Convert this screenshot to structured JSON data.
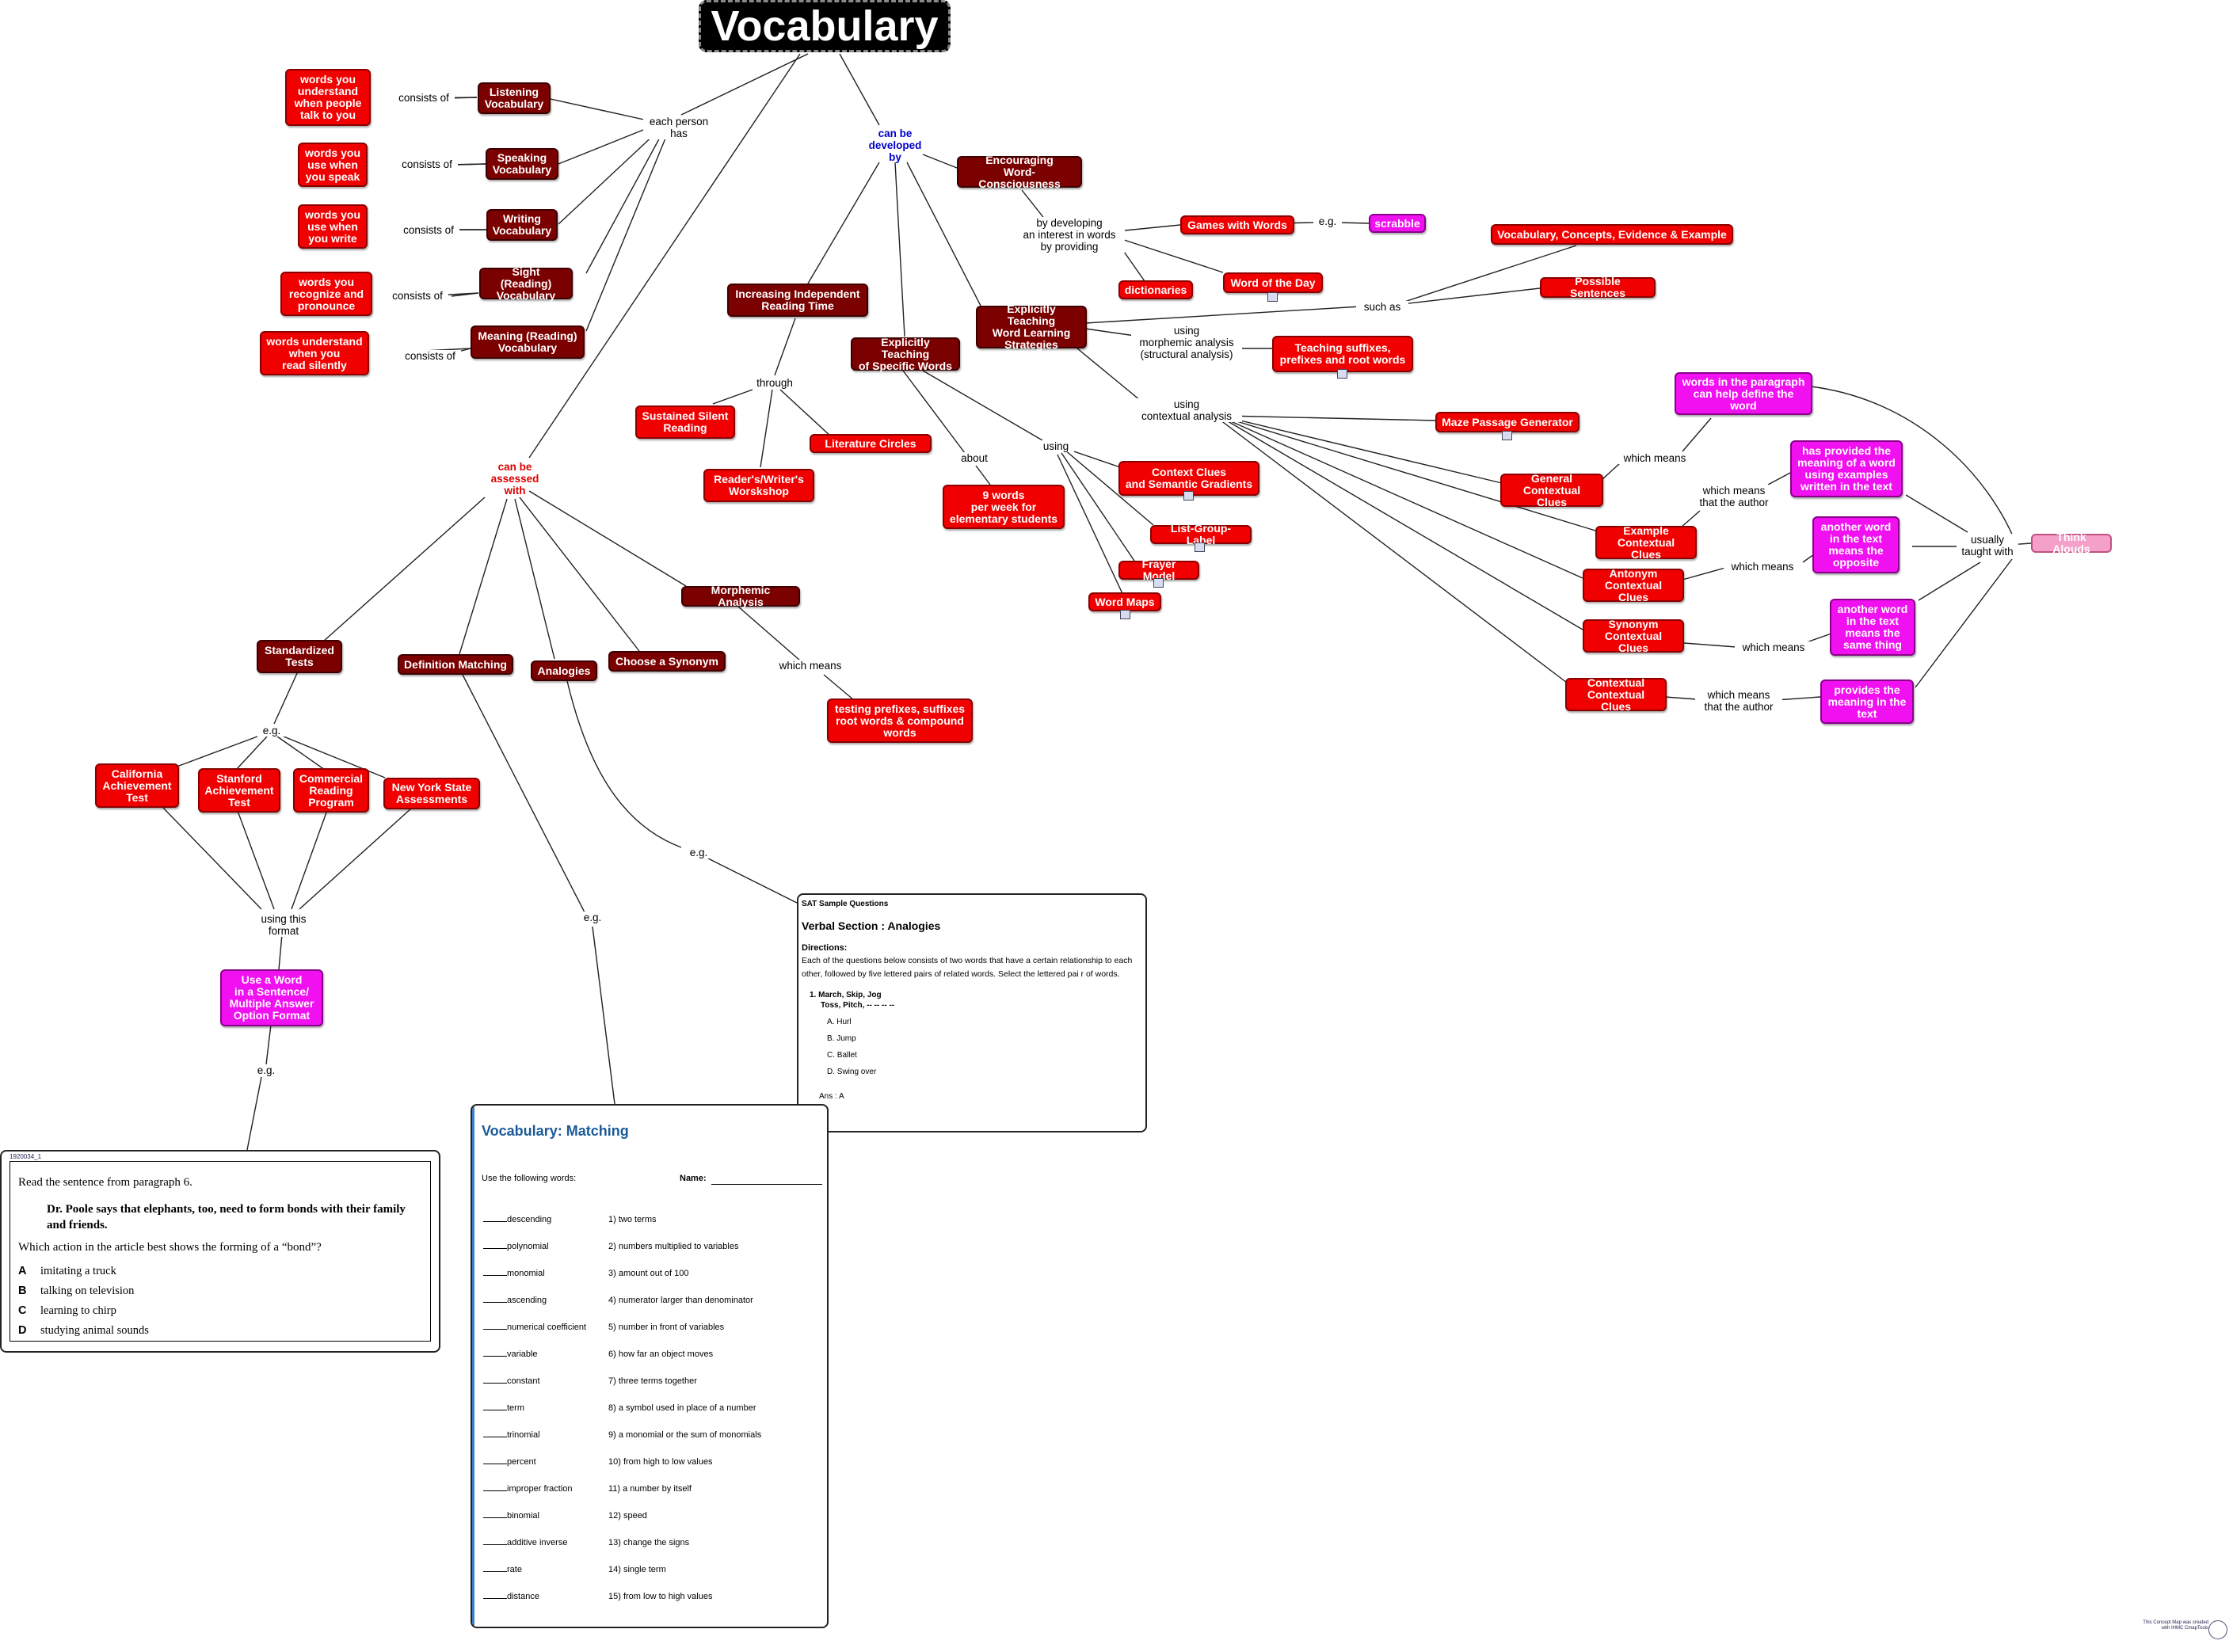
{
  "title": "Vocabulary",
  "nodes": {
    "listening": "Listening\nVocabulary",
    "speaking": "Speaking\nVocabulary",
    "writing": "Writing\nVocabulary",
    "sight": "Sight (Reading)\nVocabulary",
    "meaning": "Meaning (Reading)\nVocabulary",
    "understand_talk": "words you\nunderstand\nwhen people\ntalk to you",
    "use_speak": "words you\nuse when\nyou speak",
    "use_write": "words you\nuse when\nyou write",
    "recognize": "words you\nrecognize and\npronounce",
    "understand_silent": "words understand\nwhen you\nread silently",
    "encouraging": "Encouraging\nWord-Consciousness",
    "games": "Games with Words",
    "scrabble": "scrabble",
    "dictionaries": "dictionaries",
    "word_of_day": "Word of the Day",
    "vcee": "Vocabulary, Concepts, Evidence & Example",
    "possible_sentences": "Possible Sentences",
    "explicit_strategies": "Explicitly Teaching\nWord Learning\nStrategies",
    "teaching_suffixes": "Teaching suffixes,\nprefixes and root words",
    "increasing_reading": "Increasing Independent\nReading Time",
    "explicit_specific": "Explicitly Teaching\nof Specific Words",
    "sustained": "Sustained Silent\nReading",
    "literature": "Literature Circles",
    "workshop": "Reader's/Writer's\nWorskshop",
    "nine_words": "9 words\nper week for\nelementary students",
    "context_clues": "Context Clues\nand Semantic Gradients",
    "list_group": "List-Group-Label",
    "frayer": "Frayer Model",
    "word_maps": "Word Maps",
    "maze": "Maze Passage Generator",
    "words_paragraph": "words in the paragraph\ncan help define the\nword",
    "general_cc": "General\nContextual Clues",
    "example_cc": "Example\nContextual Clues",
    "antonym_cc": "Antonym\nContextual Clues",
    "synonym_cc": "Synonym\nContextual Clues",
    "contextual_cc": "Contextual\nContextual Clues",
    "has_provided": "has provided the\nmeaning of a word\nusing examples\nwritten in the text",
    "another_opposite": "another word\nin the text\nmeans the\nopposite",
    "another_same": "another word\nin the text\nmeans the\nsame thing",
    "provides_meaning": "provides the\nmeaning in the\ntext",
    "think_alouds": "Think Alouds",
    "standardized": "Standardized\nTests",
    "definition_matching": "Definition Matching",
    "analogies": "Analogies",
    "choose_synonym": "Choose a Synonym",
    "morphemic": "Morphemic Analysis",
    "testing_prefixes": "testing prefixes, suffixes\nroot words & compound\nwords",
    "california": "California\nAchievement\nTest",
    "stanford": "Stanford\nAchievement\nTest",
    "commercial": "Commercial\nReading\nProgram",
    "nys": "New York State\nAssessments",
    "use_word": "Use a Word\nin a Sentence/\nMultiple Answer\nOption Format"
  },
  "labels": {
    "each_person_has": "each person\nhas",
    "consists_1": "consists of",
    "consists_2": "consists of",
    "consists_3": "consists of",
    "consists_4": "consists of",
    "consists_5": "consists of",
    "can_be_developed": "can be\ndeveloped\nby",
    "by_developing": "by developing\nan interest in words\nby providing",
    "eg_scrabble": "e.g.",
    "such_as": "such as",
    "using_morphemic": "using\nmorphemic analysis\n(structural analysis)",
    "using_contextual": "using\ncontextual analysis",
    "through": "through",
    "about": "about",
    "using": "using",
    "which_means_1": "which means",
    "which_means_author_1": "which means\nthat the author",
    "which_means_2": "which means",
    "which_means_3": "which means",
    "which_means_author_2": "which means\nthat the author",
    "usually_taught": "usually\ntaught with",
    "can_be_assessed": "can be\nassessed\nwith",
    "which_means_morph": "which means",
    "eg_tests": "e.g.",
    "using_format": "using this\nformat",
    "eg_format": "e.g.",
    "eg_matching": "e.g.",
    "eg_analogies": "e.g."
  },
  "sat": {
    "header": "SAT Sample Questions",
    "section": "Verbal Section : Analogies",
    "directions_label": "Directions:",
    "directions": "Each of the questions below consists of two words that have a certain relationship to each other, followed by five lettered pairs of related words. Select the lettered pai r of words.",
    "question": "1.  March, Skip, Jog",
    "question2": "Toss, Pitch, -- -- -- --",
    "options": [
      "A.  Hurl",
      "B.  Jump",
      "C.  Ballet",
      "D.  Swing over"
    ],
    "answer": "Ans : A"
  },
  "matching": {
    "title": "Vocabulary: Matching",
    "instruction": "Use the following words:",
    "name_label": "Name:",
    "rows": [
      {
        "left": "descending",
        "right": "1) two terms"
      },
      {
        "left": "polynomial",
        "right": "2) numbers multiplied to variables"
      },
      {
        "left": "monomial",
        "right": "3) amount out of 100"
      },
      {
        "left": "ascending",
        "right": "4) numerator larger than denominator"
      },
      {
        "left": "numerical coefficient",
        "right": "5) number in front of variables"
      },
      {
        "left": "variable",
        "right": "6) how far an object moves"
      },
      {
        "left": "constant",
        "right": "7) three terms together"
      },
      {
        "left": "term",
        "right": "8) a symbol used in place of a number"
      },
      {
        "left": "trinomial",
        "right": "9) a monomial or the sum of monomials"
      },
      {
        "left": "percent",
        "right": "10) from high to low values"
      },
      {
        "left": "improper fraction",
        "right": "11) a number by itself"
      },
      {
        "left": "binomial",
        "right": "12) speed"
      },
      {
        "left": "additive inverse",
        "right": "13) change the signs"
      },
      {
        "left": "rate",
        "right": "14) single term"
      },
      {
        "left": "distance",
        "right": "15) from low to high values"
      }
    ]
  },
  "reading": {
    "tag": "1920034_1",
    "prompt": "Read the sentence from paragraph 6.",
    "quote": "Dr. Poole says that elephants, too, need to form bonds with their family and friends.",
    "question": "Which action in the article best shows the forming of a “bond”?",
    "options": [
      {
        "letter": "A",
        "text": "imitating a truck"
      },
      {
        "letter": "B",
        "text": "talking on television"
      },
      {
        "letter": "C",
        "text": "learning to chirp"
      },
      {
        "letter": "D",
        "text": "studying animal sounds"
      }
    ]
  },
  "footer": "This Concept Map was created with IHMC CmapTools",
  "colors": {
    "dark_red": "#7b0000",
    "red": "#f00000",
    "magenta": "#f010f0",
    "pink": "#f5a0c8",
    "blue_label": "#0000cc",
    "red_label": "#dd0000",
    "matching_title": "#1a5a9a"
  },
  "icons": [
    "resource-icon",
    "cmaptools-logo-icon"
  ]
}
